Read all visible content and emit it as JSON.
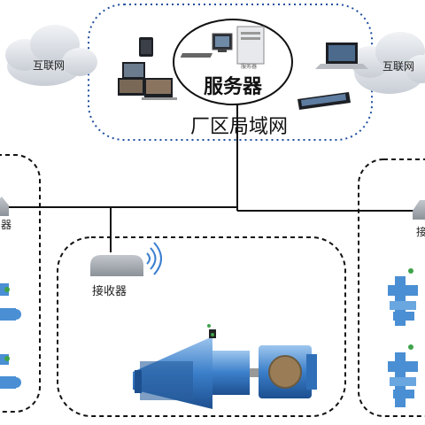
{
  "labels": {
    "internet_left": "互联网",
    "internet_right": "互联网",
    "server_caption": "服务器",
    "server_box_label": "服务器",
    "lan_title": "厂区局域网",
    "receiver": "接收器"
  },
  "colors": {
    "cloud": "#d9dde3",
    "dashed_blue": "#1f4fa0",
    "dashed_black": "#111111",
    "line": "#111111",
    "device_blue": "#4a8fd4",
    "motor_blue": "#2f6fb8",
    "receiver_gray": "#9aa0a8"
  }
}
